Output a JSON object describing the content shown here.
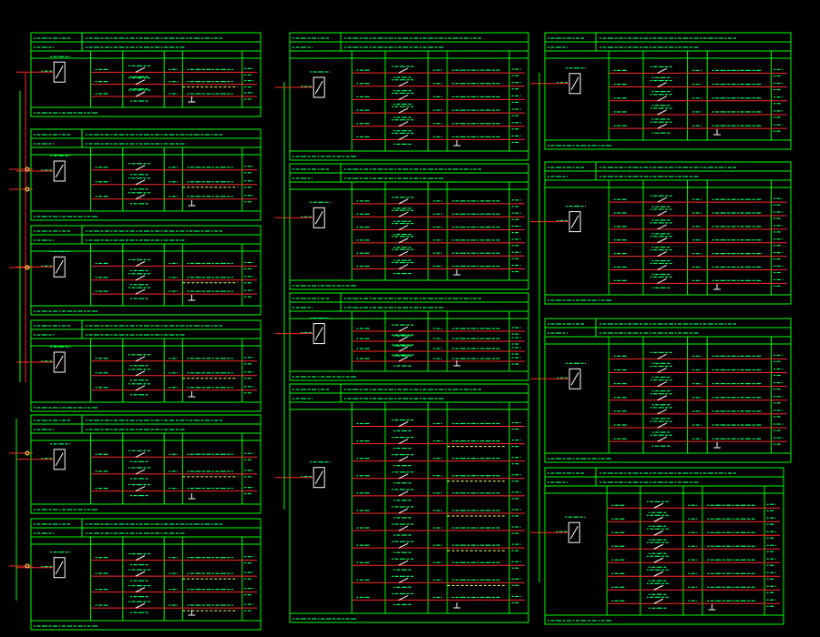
{
  "colors": {
    "background": "#000000",
    "frame": "#00ff00",
    "bus_line": "#ff2a2a",
    "label_text": "#00ff66",
    "dashed": "#ffff66",
    "symbol": "#ffffff"
  },
  "panels": [
    {
      "name": "col1-panel-1",
      "rows": 3,
      "has_dashed": true
    },
    {
      "name": "col1-panel-2",
      "rows": 3,
      "has_dashed": true
    },
    {
      "name": "col1-panel-3",
      "rows": 3,
      "has_dashed": true
    },
    {
      "name": "col1-panel-4",
      "rows": 3,
      "has_dashed": true
    },
    {
      "name": "col1-panel-5",
      "rows": 3,
      "has_dashed": true
    },
    {
      "name": "col1-panel-6",
      "rows": 4,
      "has_dashed": true
    },
    {
      "name": "col2-panel-1",
      "rows": 6,
      "has_dashed": false
    },
    {
      "name": "col2-panel-2",
      "rows": 6,
      "has_dashed": false
    },
    {
      "name": "col2-panel-3",
      "rows": 4,
      "has_dashed": false
    },
    {
      "name": "col2-panel-4",
      "rows": 11,
      "has_dashed": true
    },
    {
      "name": "col3-panel-1",
      "rows": 5,
      "has_dashed": false
    },
    {
      "name": "col3-panel-2",
      "rows": 7,
      "has_dashed": false
    },
    {
      "name": "col3-panel-3",
      "rows": 7,
      "has_dashed": false
    },
    {
      "name": "col3-panel-4",
      "rows": 8,
      "has_dashed": false
    }
  ]
}
